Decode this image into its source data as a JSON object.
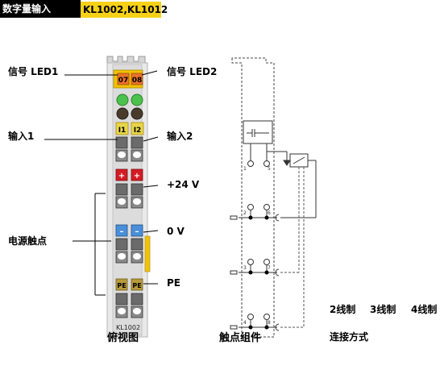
{
  "header": {
    "left_title": "数字量输入",
    "right_title": "KL1002,KL1012"
  },
  "labels": {
    "signal_led1": "信号 LED1",
    "signal_led2": "信号 LED2",
    "input1": "输入1",
    "input2": "输入2",
    "plus24v": "+24 V",
    "zero_v": "0 V",
    "pe": "PE",
    "power_contacts": "电源触点",
    "top_view": "俯视图",
    "contact_assembly": "触点组件",
    "wire2": "2线制",
    "wire3": "3线制",
    "wire4": "4线制",
    "connection_mode": "连接方式"
  },
  "module": {
    "led1": "07",
    "led2": "08",
    "in1": "I1",
    "in2": "I2",
    "plus_sign": "+",
    "minus_sign": "–",
    "pe_sign": "PE",
    "model": "KL1002"
  },
  "schematic_pins": {
    "p1": "1",
    "p5": "5",
    "p2": "2",
    "p6": "6",
    "p3": "3",
    "p7": "7",
    "p4": "4",
    "p8": "8"
  },
  "colors": {
    "led_yellow": "#f2c200",
    "led_green": "#4cc24c",
    "plus_red": "#d31c24",
    "minus_blue": "#4a8fd8",
    "pe_khaki": "#b79a3c",
    "module_body": "#e9e9e9",
    "module_edge": "#b5b5b5"
  }
}
